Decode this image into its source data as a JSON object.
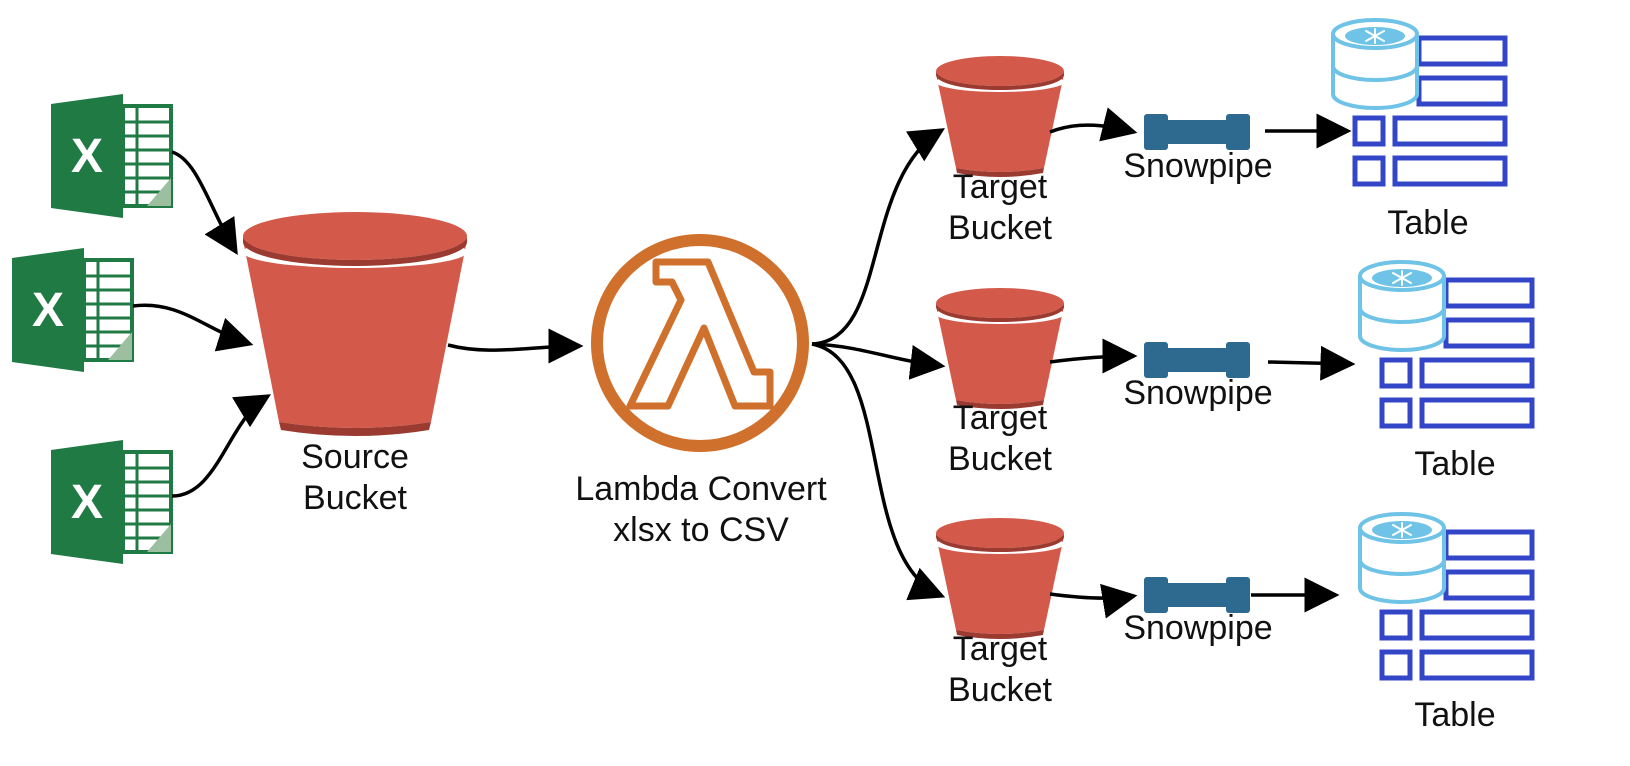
{
  "source": {
    "line1": "Source",
    "line2": "Bucket"
  },
  "lambda": {
    "line1": "Lambda Convert",
    "line2": "xlsx to CSV"
  },
  "targets": [
    {
      "bucket_line1": "Target",
      "bucket_line2": "Bucket",
      "pipe_label": "Snowpipe",
      "table_label": "Table"
    },
    {
      "bucket_line1": "Target",
      "bucket_line2": "Bucket",
      "pipe_label": "Snowpipe",
      "table_label": "Table"
    },
    {
      "bucket_line1": "Target",
      "bucket_line2": "Bucket",
      "pipe_label": "Snowpipe",
      "table_label": "Table"
    }
  ],
  "excel_files": [
    {
      "icon": "excel-file-icon",
      "glyph": "X"
    },
    {
      "icon": "excel-file-icon",
      "glyph": "X"
    },
    {
      "icon": "excel-file-icon",
      "glyph": "X"
    }
  ],
  "colors": {
    "bucket": "#d35a4a",
    "bucket_dark": "#9a3a30",
    "lambda": "#d0702d",
    "excel": "#1f7a44",
    "pipe": "#2e6a90",
    "table": "#3346c7",
    "snowflake": "#6ec3e6",
    "connector": "#000000"
  }
}
